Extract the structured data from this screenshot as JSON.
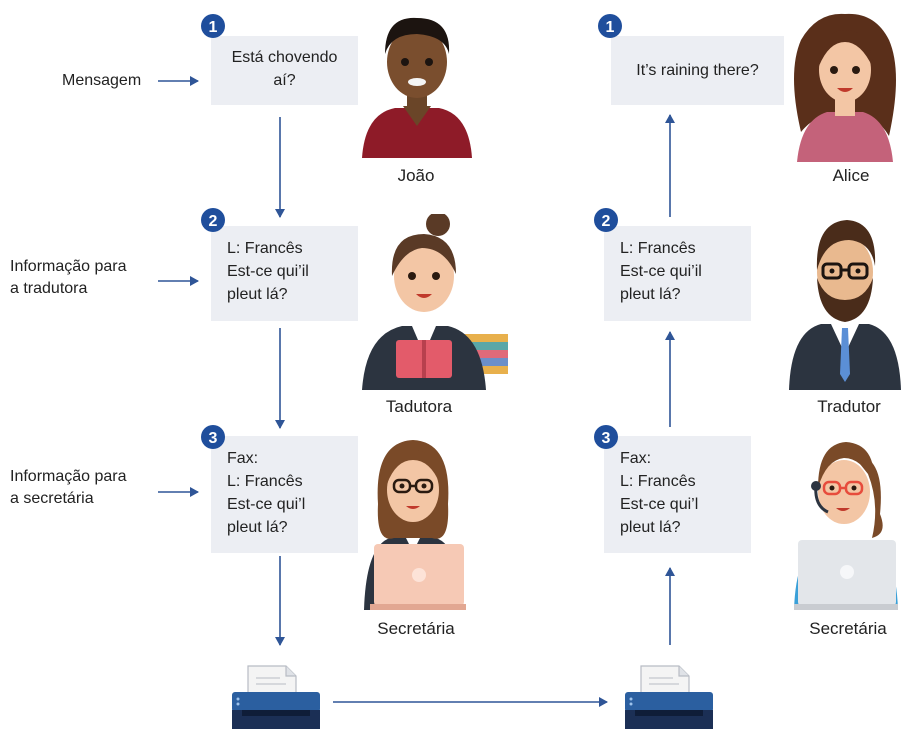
{
  "left_labels": {
    "message": "Mensagem",
    "info_translator": [
      "Informação para",
      "a tradutora"
    ],
    "info_secretary": [
      "Informação para",
      "a secretária"
    ]
  },
  "badges": [
    "1",
    "2",
    "3",
    "1",
    "2",
    "3"
  ],
  "left": {
    "step1": [
      "Está chovendo",
      "aí?"
    ],
    "step2": [
      "L: Francês",
      "Est-ce qui’il",
      "pleut lá?"
    ],
    "step3": [
      "Fax:",
      "L: Francês",
      "Est-ce qui’l",
      "pleut lá?"
    ]
  },
  "right": {
    "step1": [
      "It’s raining there?"
    ],
    "step2": [
      "L: Francês",
      "Est-ce qui’il",
      "pleut lá?"
    ],
    "step3": [
      "Fax:",
      "L: Francês",
      "Est-ce qui’l",
      "pleut lá?"
    ]
  },
  "people": {
    "joao": "João",
    "tradutora": "Tadutora",
    "secretaria_left": "Secretária",
    "alice": "Alice",
    "tradutor": "Tradutor",
    "secretaria_right": "Secretária"
  },
  "colors": {
    "arrow": "#2f5597",
    "badge": "#1f4e9c",
    "box": "#eceef3"
  }
}
